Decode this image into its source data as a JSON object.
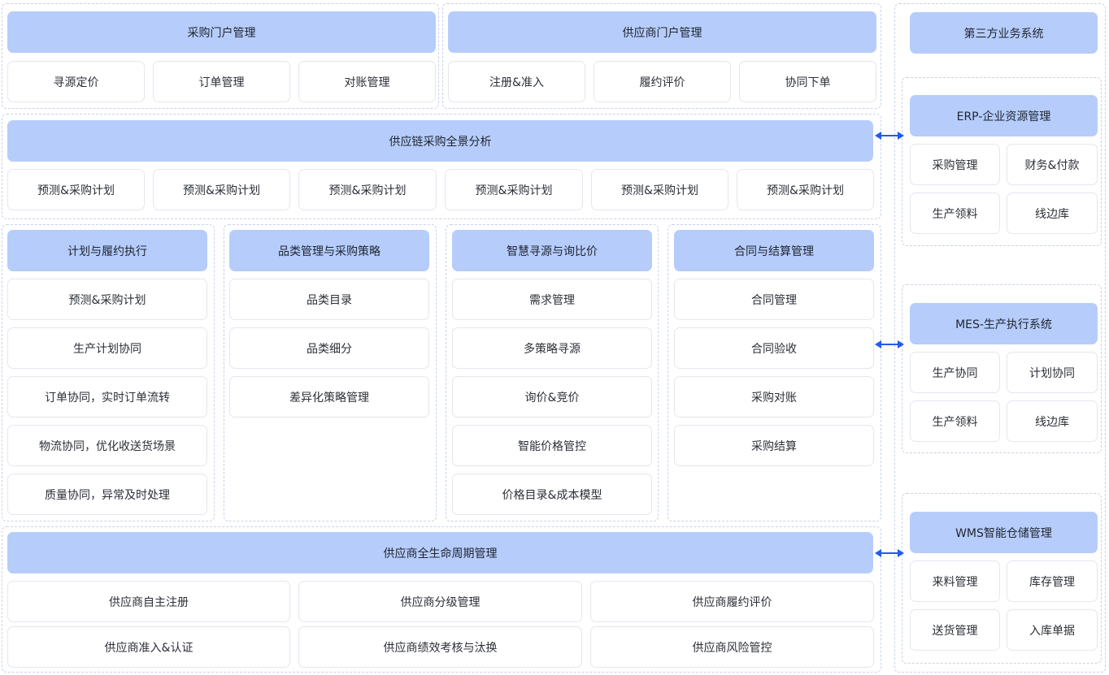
{
  "procurement_portal": {
    "title": "采购门户管理",
    "items": [
      "寻源定价",
      "订单管理",
      "对账管理"
    ]
  },
  "supplier_portal": {
    "title": "供应商门户管理",
    "items": [
      "注册&准入",
      "履约评价",
      "协同下单"
    ]
  },
  "analysis": {
    "title": "供应链采购全景分析",
    "items": [
      "预测&采购计划",
      "预测&采购计划",
      "预测&采购计划",
      "预测&采购计划",
      "预测&采购计划",
      "预测&采购计划"
    ]
  },
  "modules": [
    {
      "title": "计划与履约执行",
      "items": [
        "预测&采购计划",
        "生产计划协同",
        "订单协同，实时订单流转",
        "物流协同，优化收送货场景",
        "质量协同，异常及时处理"
      ]
    },
    {
      "title": "品类管理与采购策略",
      "items": [
        "品类目录",
        "品类细分",
        "差异化策略管理"
      ]
    },
    {
      "title": "智慧寻源与询比价",
      "items": [
        "需求管理",
        "多策略寻源",
        "询价&竞价",
        "智能价格管控",
        "价格目录&成本模型"
      ]
    },
    {
      "title": "合同与结算管理",
      "items": [
        "合同管理",
        "合同验收",
        "采购对账",
        "采购结算"
      ]
    }
  ],
  "lifecycle": {
    "title": "供应商全生命周期管理",
    "items": [
      "供应商自主注册",
      "供应商分级管理",
      "供应商履约评价",
      "供应商准入&认证",
      "供应商绩效考核与汰换",
      "供应商风险管控"
    ]
  },
  "third_party": {
    "title": "第三方业务系统",
    "erp": {
      "title": "ERP-企业资源管理",
      "items": [
        "采购管理",
        "财务&付款",
        "生产领料",
        "线边库"
      ]
    },
    "mes": {
      "title": "MES-生产执行系统",
      "items": [
        "生产协同",
        "计划协同",
        "生产领料",
        "线边库"
      ]
    },
    "wms": {
      "title": "WMS智能仓储管理",
      "items": [
        "来料管理",
        "库存管理",
        "送货管理",
        "入库单据"
      ]
    }
  },
  "colors": {
    "header": "#b6cdfb",
    "arrow": "#1f5bf0",
    "dashed_border": "#c9d2e6"
  }
}
